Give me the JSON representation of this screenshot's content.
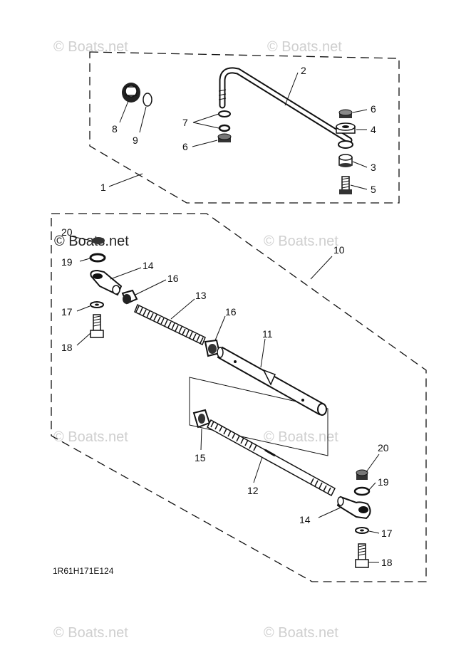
{
  "watermark": {
    "text": "© Boats.net"
  },
  "diagram_code": "1R61H171E124",
  "callouts": {
    "c1": "1",
    "c2": "2",
    "c3": "3",
    "c4": "4",
    "c5": "5",
    "c6a": "6",
    "c6b": "6",
    "c7": "7",
    "c8": "8",
    "c9": "9",
    "c10": "10",
    "c11": "11",
    "c12": "12",
    "c13": "13",
    "c14a": "14",
    "c14b": "14",
    "c15": "15",
    "c16a": "16",
    "c16b": "16",
    "c17a": "17",
    "c17b": "17",
    "c18a": "18",
    "c18b": "18",
    "c19a": "19",
    "c19b": "19",
    "c20a": "20",
    "c20b": "20"
  }
}
